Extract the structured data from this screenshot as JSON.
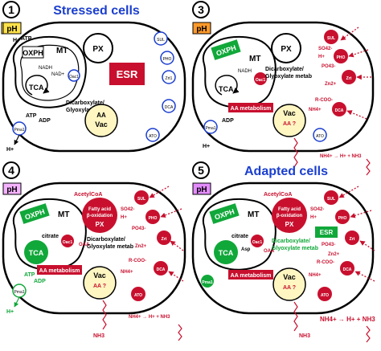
{
  "panels": {
    "p1": {
      "num": "1",
      "title": "Stressed cells",
      "ph": "pH",
      "oxph": "OXPH",
      "mt": "MT",
      "atp": "ATP",
      "hplus_top": "H+",
      "nadh": "NADH",
      "nadp": "NAD+",
      "tca": "TCA",
      "oac1": "Oac1",
      "px": "PX",
      "esr": "ESR",
      "sul": "SUL",
      "pho": "PHO",
      "zrt1": "Zrt1",
      "dca": "DCA",
      "ato": "ATO",
      "metab1": "Dicarboxylate/",
      "metab2": "Glyoxylate metab",
      "vac_aa": "AA",
      "vac": "Vac",
      "pma1": "Pma1",
      "atp2": "ATP",
      "adp": "ADP",
      "hplus_bot": "H+"
    },
    "p3": {
      "num": "3",
      "ph": "pH",
      "oxph": "OXPH",
      "mt": "MT",
      "nadh": "NADH",
      "oac1": "Oac1",
      "tca": "TCA",
      "px": "PX",
      "metab1": "Dicarboxylate/",
      "metab2": "Glyoxylate metab",
      "sul": "SUL",
      "pho": "PHO",
      "zrt": "Zrt",
      "dca": "DCA",
      "ato": "ATO",
      "so4": "SO42-",
      "po4": "PO43-",
      "hplus": "H+",
      "zn": "Zn2+",
      "rcoo": "R-COO-",
      "aa_metab": "AA metabolism",
      "vac": "Vac",
      "aa_q": "AA ?",
      "nh4": "NH4+",
      "pma1": "Pma1",
      "adp": "ADP",
      "hplus_bot": "H+",
      "nh3_line": "NH4+ → H+ + NH3"
    },
    "p4": {
      "num": "4",
      "ph": "pH",
      "acetyl": "AcetylCoA",
      "oxph": "OXPH",
      "mt": "MT",
      "fa1": "Fatty acid",
      "fa2": "β-oxidation",
      "px": "PX",
      "citrate": "citrate",
      "oac1": "Oac1",
      "tca": "TCA",
      "oaa": "OAA",
      "metab1": "Dicarboxylate/",
      "metab2": "Glyoxylate metab",
      "sul": "SUL",
      "pho": "PHO",
      "zrt": "Zrt",
      "dca": "DCA",
      "ato": "ATO",
      "so4": "SO42-",
      "hplus": "H+",
      "po4": "PO43-",
      "zn": "Zn2+",
      "rcoo": "R-COO-",
      "aa_metab": "AA metabolism",
      "vac": "Vac",
      "aa_q": "AA ?",
      "nh4": "NH4+",
      "atp": "ATP",
      "adp": "ADP",
      "pma1": "Pma1",
      "hplus_bot": "H+",
      "nh3": "NH3",
      "nh4_line": "NH4+ → H+ + NH3"
    },
    "p5": {
      "num": "5",
      "title": "Adapted cells",
      "ph": "pH",
      "acetyl": "AcetylCoA",
      "oxph": "OXPH",
      "mt": "MT",
      "fa1": "Fatty acid",
      "fa2": "β-oxidation",
      "px": "PX",
      "citrate": "citrate",
      "oac1": "Oac1",
      "tca": "TCA",
      "asp": "Asp",
      "oaa": "OAA",
      "esr": "ESR",
      "metab1": "Dicarboxylate/",
      "metab2": "Glyoxylate metab",
      "sul": "SUL",
      "pho": "PHO",
      "zrt": "Zrt",
      "dca": "DCA",
      "ato": "ATO",
      "so4": "SO42-",
      "hplus": "H+",
      "po4": "PO43-",
      "zn": "Zn2+",
      "rcoo": "R-COO-",
      "aa_metab": "AA metabolism",
      "vac": "Vac",
      "aa_q": "AA ?",
      "nh4": "NH4+",
      "pma1": "Pma1",
      "nh3": "NH3",
      "nh4_line": "NH4+ → H+ + NH3"
    }
  },
  "colors": {
    "crimson": "#c8102e",
    "green": "#11a83a",
    "vac_fill": "#fff6c2",
    "title_blue": "#1a3ecf",
    "ph1": "#ffe24a",
    "ph3": "#ff9a2a",
    "ph4": "#f5b2ff",
    "ph5": "#e48cff",
    "transporter_pink": "#f07a98"
  }
}
